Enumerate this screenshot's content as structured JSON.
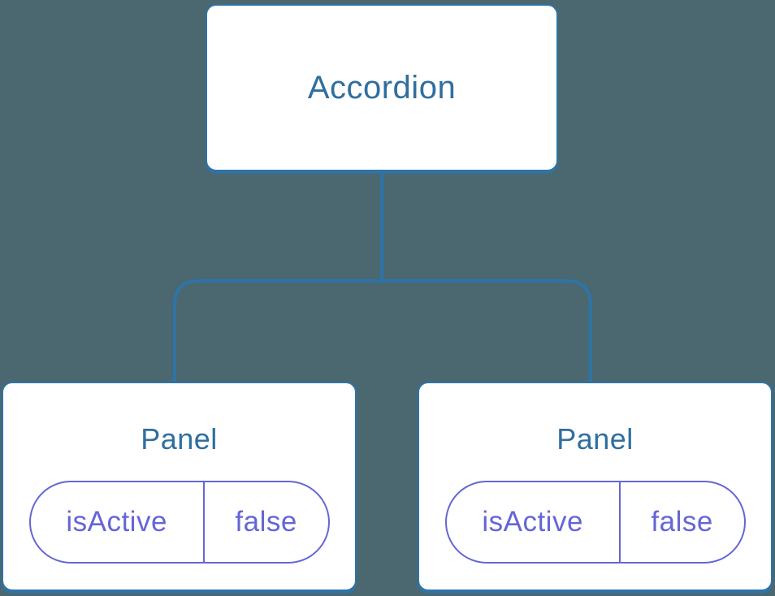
{
  "diagram": {
    "type": "component-tree",
    "root": {
      "label": "Accordion"
    },
    "children": [
      {
        "label": "Panel",
        "props": [
          {
            "name": "isActive",
            "value": "false"
          }
        ]
      },
      {
        "label": "Panel",
        "props": [
          {
            "name": "isActive",
            "value": "false"
          }
        ]
      }
    ]
  },
  "colors": {
    "background": "#4B6770",
    "node_bg": "#FFFFFF",
    "node_border": "#2E74A8",
    "node_title": "#2F6F9E",
    "connector": "#2E74A8",
    "prop_accent": "#6566D6"
  }
}
